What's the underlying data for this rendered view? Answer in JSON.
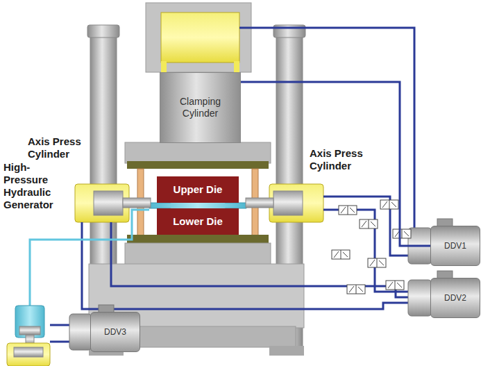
{
  "diagram": {
    "nodes": [
      {
        "text": [
          "Clamping Cylinder"
        ]
      },
      {
        "text": [
          "Upper Die"
        ]
      },
      {
        "text": [
          "Lower Die"
        ]
      },
      {
        "text": [
          "DDV1"
        ]
      },
      {
        "text": [
          "DDV2"
        ]
      },
      {
        "text": [
          "DDV3"
        ]
      }
    ],
    "edges": [
      {
        "from": 0,
        "to": 3,
        "arrow": "none"
      }
    ],
    "labels": [
      "Axis Press Cylinder",
      "Axis Press Cylinder",
      "High-Pressure Hydraulic Generator"
    ]
  }
}
